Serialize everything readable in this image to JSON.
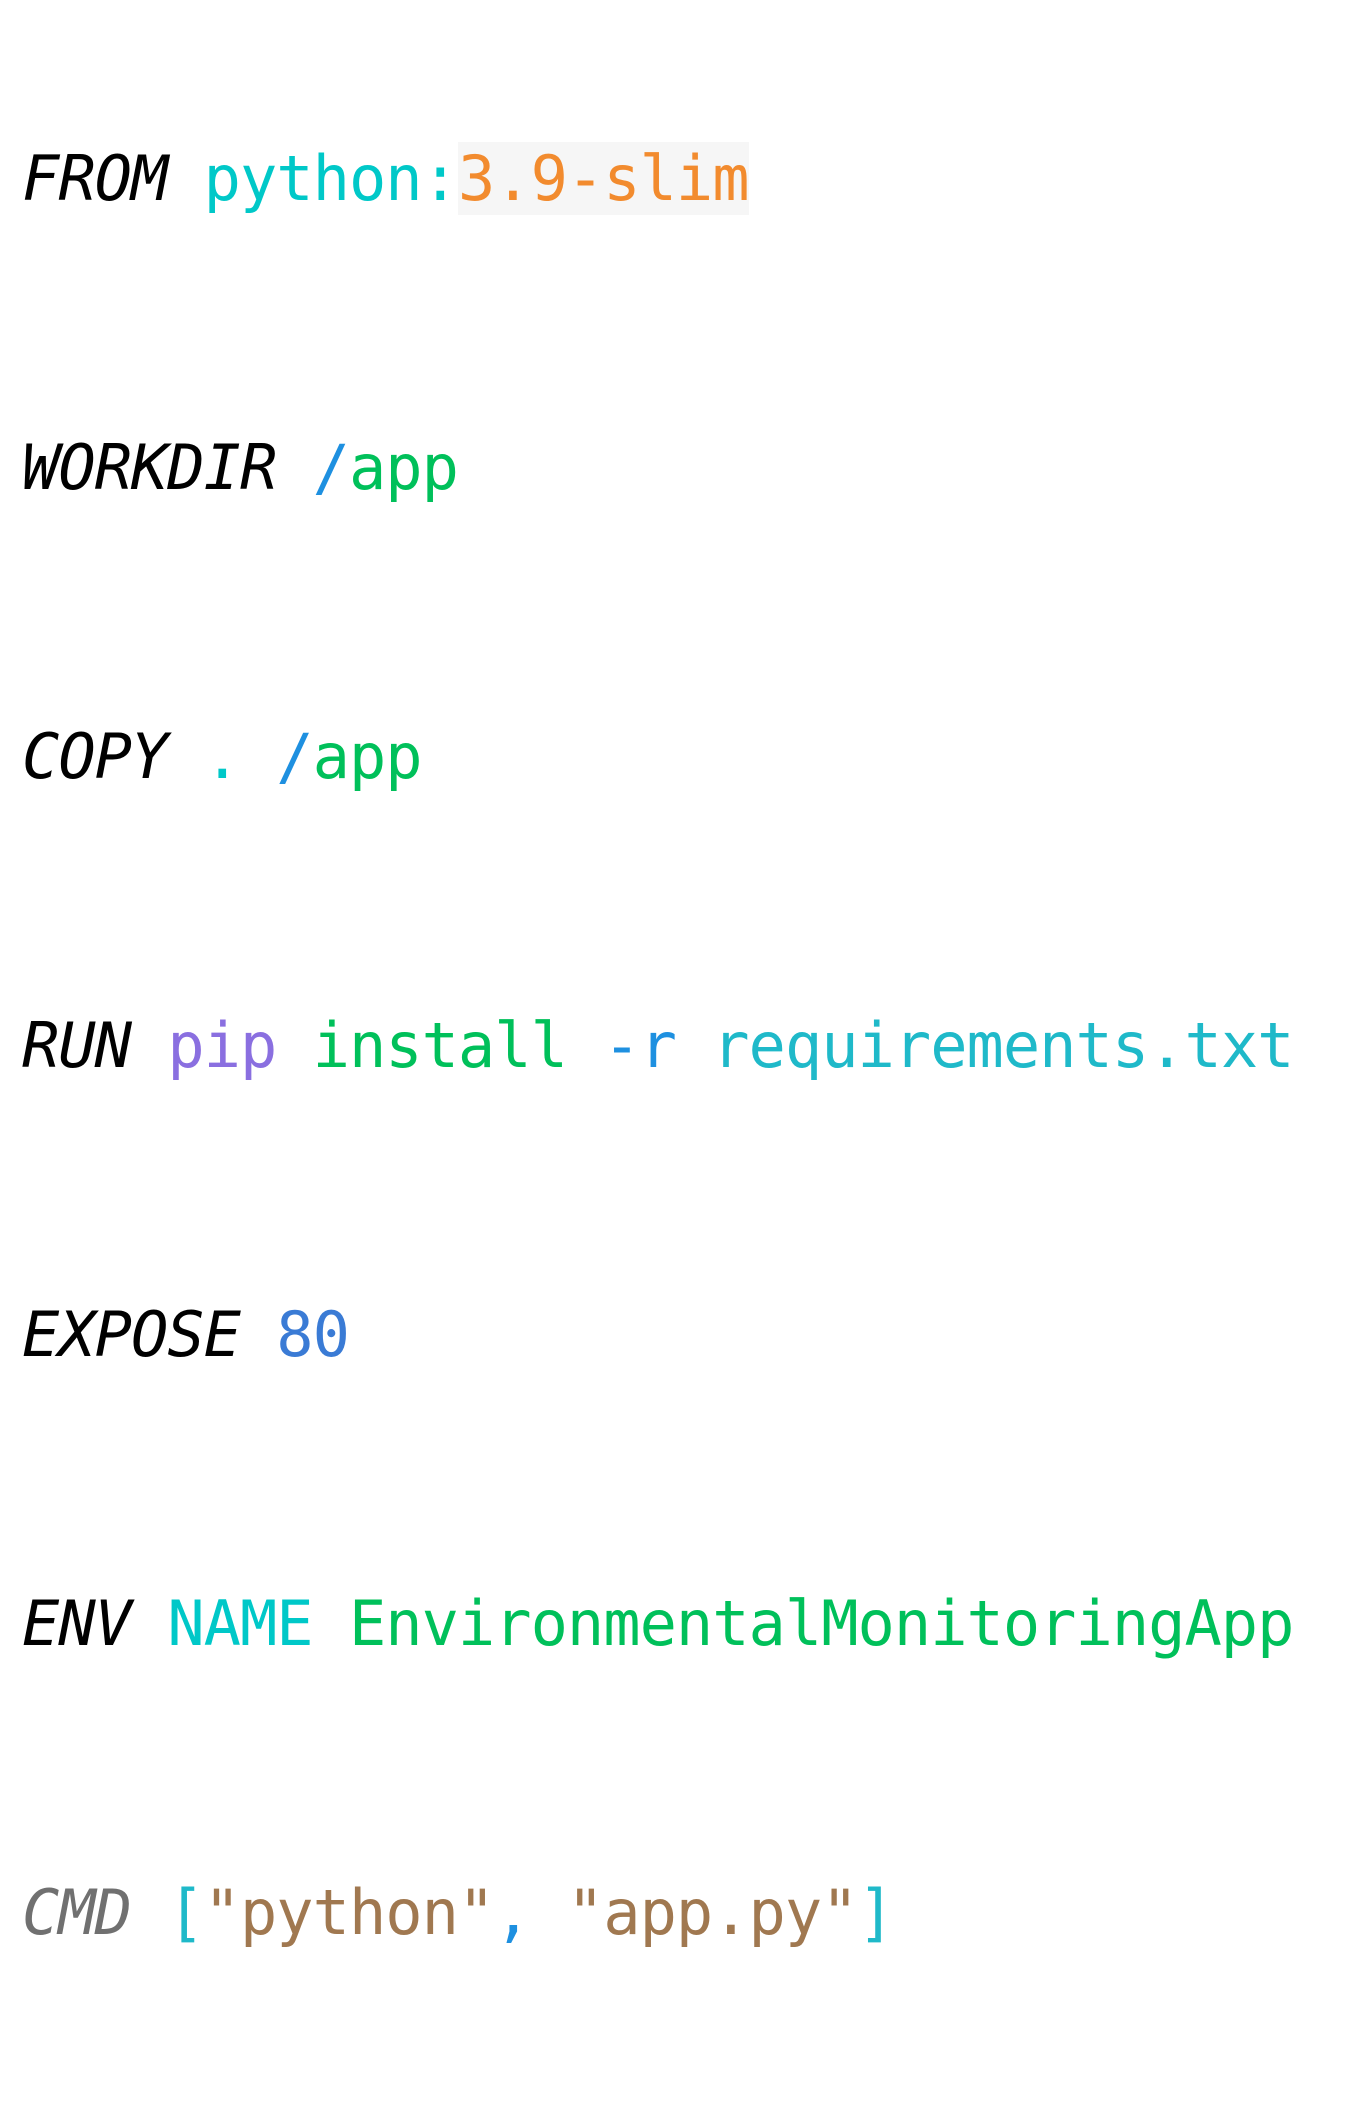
{
  "colors": {
    "keyword": "#000000",
    "keyword_muted": "#707070",
    "cyan": "#00C8C8",
    "orange": "#F28B2E",
    "green": "#00C05A",
    "blue_slash": "#1E90E0",
    "purple": "#8A6FE0",
    "number_blue": "#3A7BD5",
    "string_brown": "#A07850",
    "bracket_teal": "#1FB9C9",
    "highlight_bg": "#F6F6F6"
  },
  "dockerfile": {
    "lines": [
      {
        "tokens": [
          {
            "text": "FROM",
            "type": "keyword"
          },
          {
            "text": " "
          },
          {
            "text": "python:",
            "color": "#00C8C8"
          },
          {
            "text": "3.9-slim",
            "color": "#F28B2E",
            "highlight": true
          }
        ]
      },
      {
        "tokens": [
          {
            "text": "WORKDIR",
            "type": "keyword"
          },
          {
            "text": " "
          },
          {
            "text": "/",
            "color": "#1E90E0"
          },
          {
            "text": "app",
            "color": "#00C05A"
          }
        ]
      },
      {
        "tokens": [
          {
            "text": "COPY",
            "type": "keyword"
          },
          {
            "text": " "
          },
          {
            "text": ".",
            "color": "#00C8C8"
          },
          {
            "text": " "
          },
          {
            "text": "/",
            "color": "#1E90E0"
          },
          {
            "text": "app",
            "color": "#00C05A"
          }
        ]
      },
      {
        "tokens": [
          {
            "text": "RUN",
            "type": "keyword"
          },
          {
            "text": " "
          },
          {
            "text": "pip",
            "color": "#8A6FE0"
          },
          {
            "text": " "
          },
          {
            "text": "install",
            "color": "#00C05A"
          },
          {
            "text": " "
          },
          {
            "text": "-r",
            "color": "#1E90E0"
          },
          {
            "text": " "
          },
          {
            "text": "requirements.txt",
            "color": "#1FB9C9"
          }
        ]
      },
      {
        "tokens": [
          {
            "text": "EXPOSE",
            "type": "keyword"
          },
          {
            "text": " "
          },
          {
            "text": "80",
            "color": "#3A7BD5"
          }
        ]
      },
      {
        "tokens": [
          {
            "text": "ENV",
            "type": "keyword"
          },
          {
            "text": " "
          },
          {
            "text": "NAME",
            "color": "#00C8C8"
          },
          {
            "text": " "
          },
          {
            "text": "EnvironmentalMonitoringApp",
            "color": "#00C05A"
          }
        ]
      },
      {
        "tokens": [
          {
            "text": "CMD",
            "type": "keyword_muted"
          },
          {
            "text": " "
          },
          {
            "text": "[",
            "color": "#1FB9C9"
          },
          {
            "text": "\"python\"",
            "color": "#A07850"
          },
          {
            "text": ",",
            "color": "#1E90E0"
          },
          {
            "text": " "
          },
          {
            "text": "\"app.py\"",
            "color": "#A07850"
          },
          {
            "text": "]",
            "color": "#1FB9C9"
          }
        ]
      }
    ]
  }
}
